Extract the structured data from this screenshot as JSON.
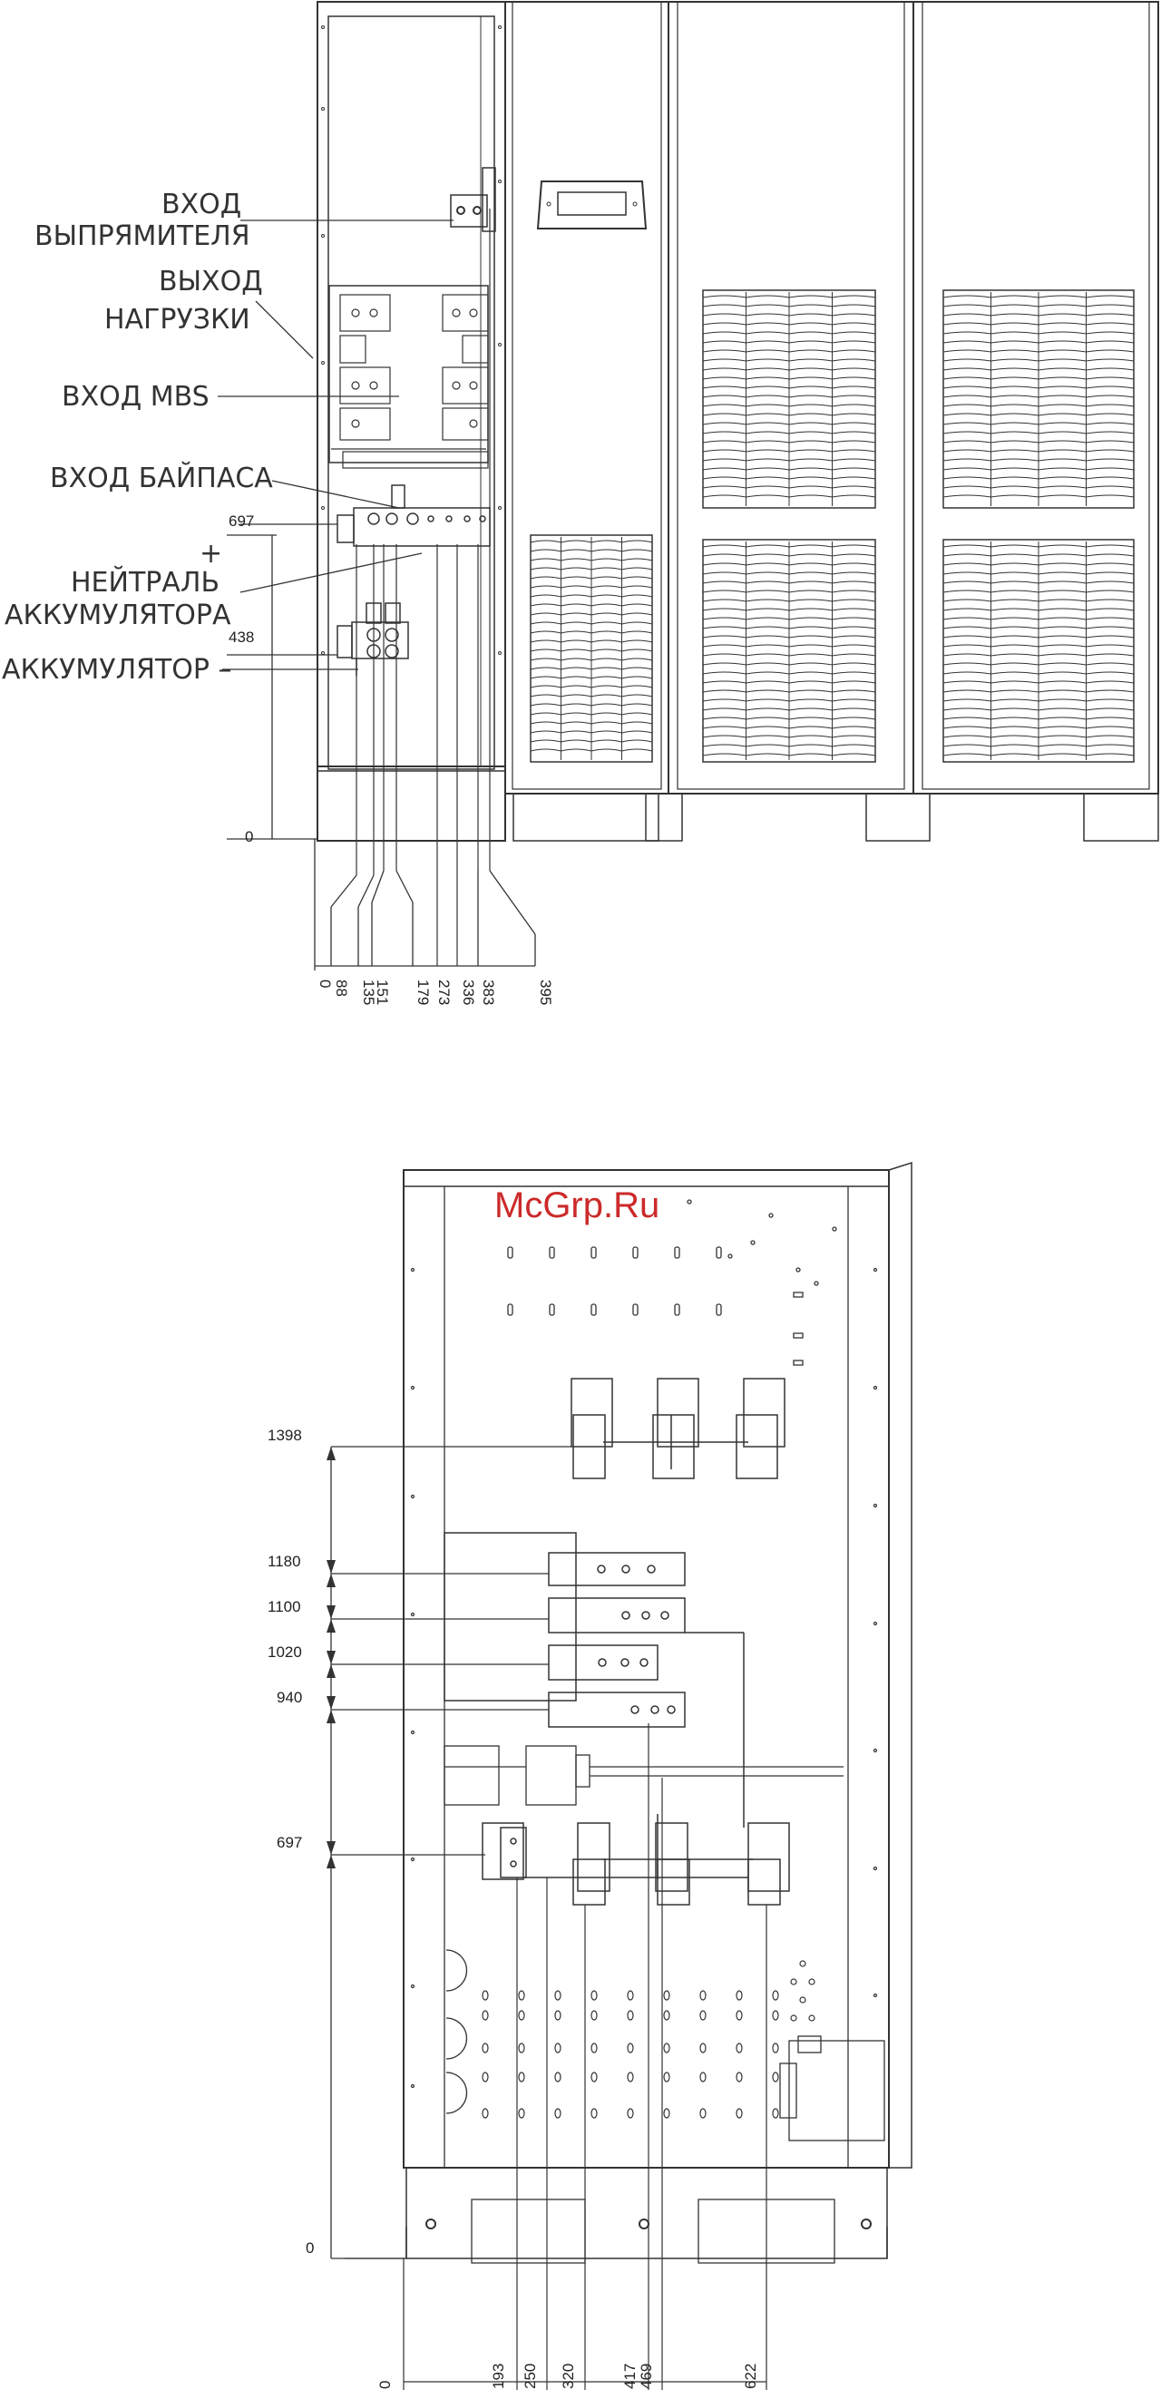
{
  "watermark": "McGrp.Ru",
  "top_view": {
    "labels": {
      "rectifier_in_1": "ВХОД",
      "rectifier_in_2": "ВЫПРЯМИТЕЛЯ",
      "load_out_1": "ВЫХОД",
      "load_out_2": "НАГРУЗКИ",
      "mbs_in": "ВХОД MBS",
      "bypass_in": "ВХОД БАЙПАСА",
      "plus": "+",
      "neutral_1": "НЕЙТРАЛЬ",
      "neutral_2": "АККУМУЛЯТОРА",
      "battery_minus": "АККУМУЛЯТОР –"
    },
    "height_marks": [
      "697",
      "438",
      "0"
    ],
    "width_marks": [
      "0",
      "88",
      "135",
      "151",
      "179",
      "273",
      "336",
      "383",
      "395"
    ]
  },
  "bottom_view": {
    "height_marks": [
      "1398",
      "1180",
      "1100",
      "1020",
      "940",
      "697",
      "0"
    ],
    "width_marks": [
      "0",
      "193",
      "250",
      "320",
      "417",
      "469",
      "622"
    ]
  }
}
